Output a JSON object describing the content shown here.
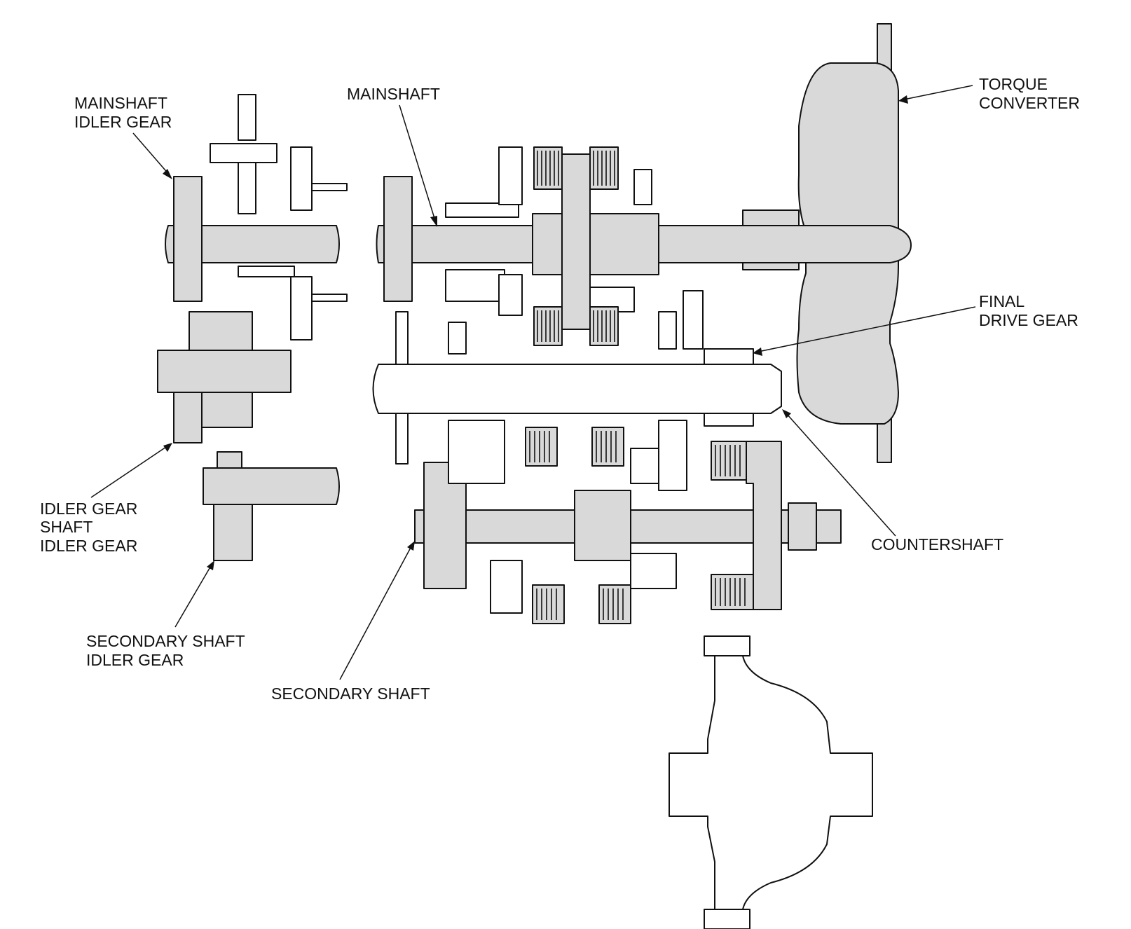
{
  "labels": {
    "mainshaft_idler_gear": [
      "MAINSHAFT",
      "IDLER GEAR"
    ],
    "mainshaft": [
      "MAINSHAFT"
    ],
    "torque_converter": [
      "TORQUE",
      "CONVERTER"
    ],
    "final_drive_gear": [
      "FINAL",
      "DRIVE GEAR"
    ],
    "idler_gear_shaft_idler_gear": [
      "IDLER GEAR",
      "SHAFT",
      "IDLER GEAR"
    ],
    "countershaft": [
      "COUNTERSHAFT"
    ],
    "secondary_shaft_idler_gear": [
      "SECONDARY SHAFT",
      "IDLER GEAR"
    ],
    "secondary_shaft": [
      "SECONDARY SHAFT"
    ]
  },
  "colors": {
    "component_fill": "#d9d9d9",
    "line": "#111111",
    "background": "#ffffff"
  }
}
